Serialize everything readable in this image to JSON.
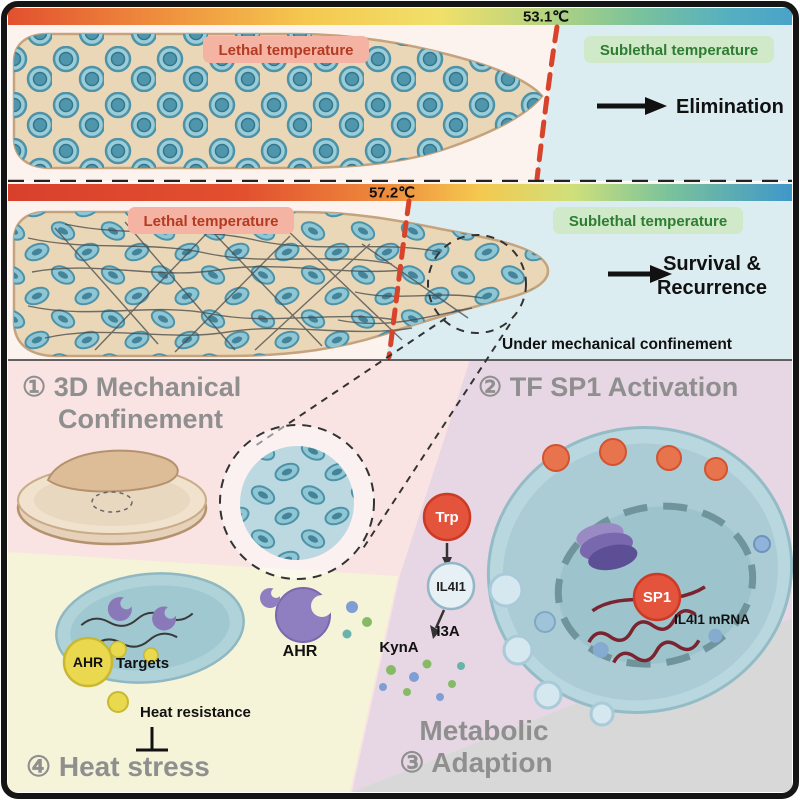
{
  "panel_top": {
    "temperature": "53.1℃",
    "lethal_label": "Lethal temperature",
    "sublethal_label": "Sublethal temperature",
    "outcome": "Elimination"
  },
  "panel_middle": {
    "temperature": "57.2℃",
    "lethal_label": "Lethal temperature",
    "sublethal_label": "Sublethal temperature",
    "outcome_line1": "Survival &",
    "outcome_line2": "Recurrence",
    "note": "Under mechanical confinement"
  },
  "quadrants": {
    "q1": {
      "title_line1": "① 3D Mechanical",
      "title_line2": "Confinement"
    },
    "q2": {
      "title": "② TF SP1 Activation",
      "trp": "Trp",
      "il4i1": "IL4I1",
      "kyna": "KynA",
      "i3a": "I3A",
      "sp1": "SP1",
      "mrna": "IL4I1 mRNA"
    },
    "q3": {
      "title_line1": "Metabolic",
      "title_line2": "③ Adaption"
    },
    "q4": {
      "title": "④ Heat stress",
      "ahr_badge": "AHR",
      "targets": "Targets",
      "ahr_protein_label": "AHR",
      "heat_resistance": "Heat resistance"
    }
  },
  "colors": {
    "lethal_badge_bg": "#f5b3a3",
    "lethal_badge_text": "#b23b22",
    "sublethal_badge_bg": "#cfe9c9",
    "sublethal_badge_text": "#2e7d32",
    "boundary_dash": "#d8432c",
    "quadrant_title": "#8f8f8f",
    "sp1_fill": "#e4533c",
    "trp_fill": "#e4533c",
    "il4i1_fill": "#e7f0f5",
    "ahr_yellow": "#ead94e",
    "ahr_purple": "#8f7fc0"
  }
}
